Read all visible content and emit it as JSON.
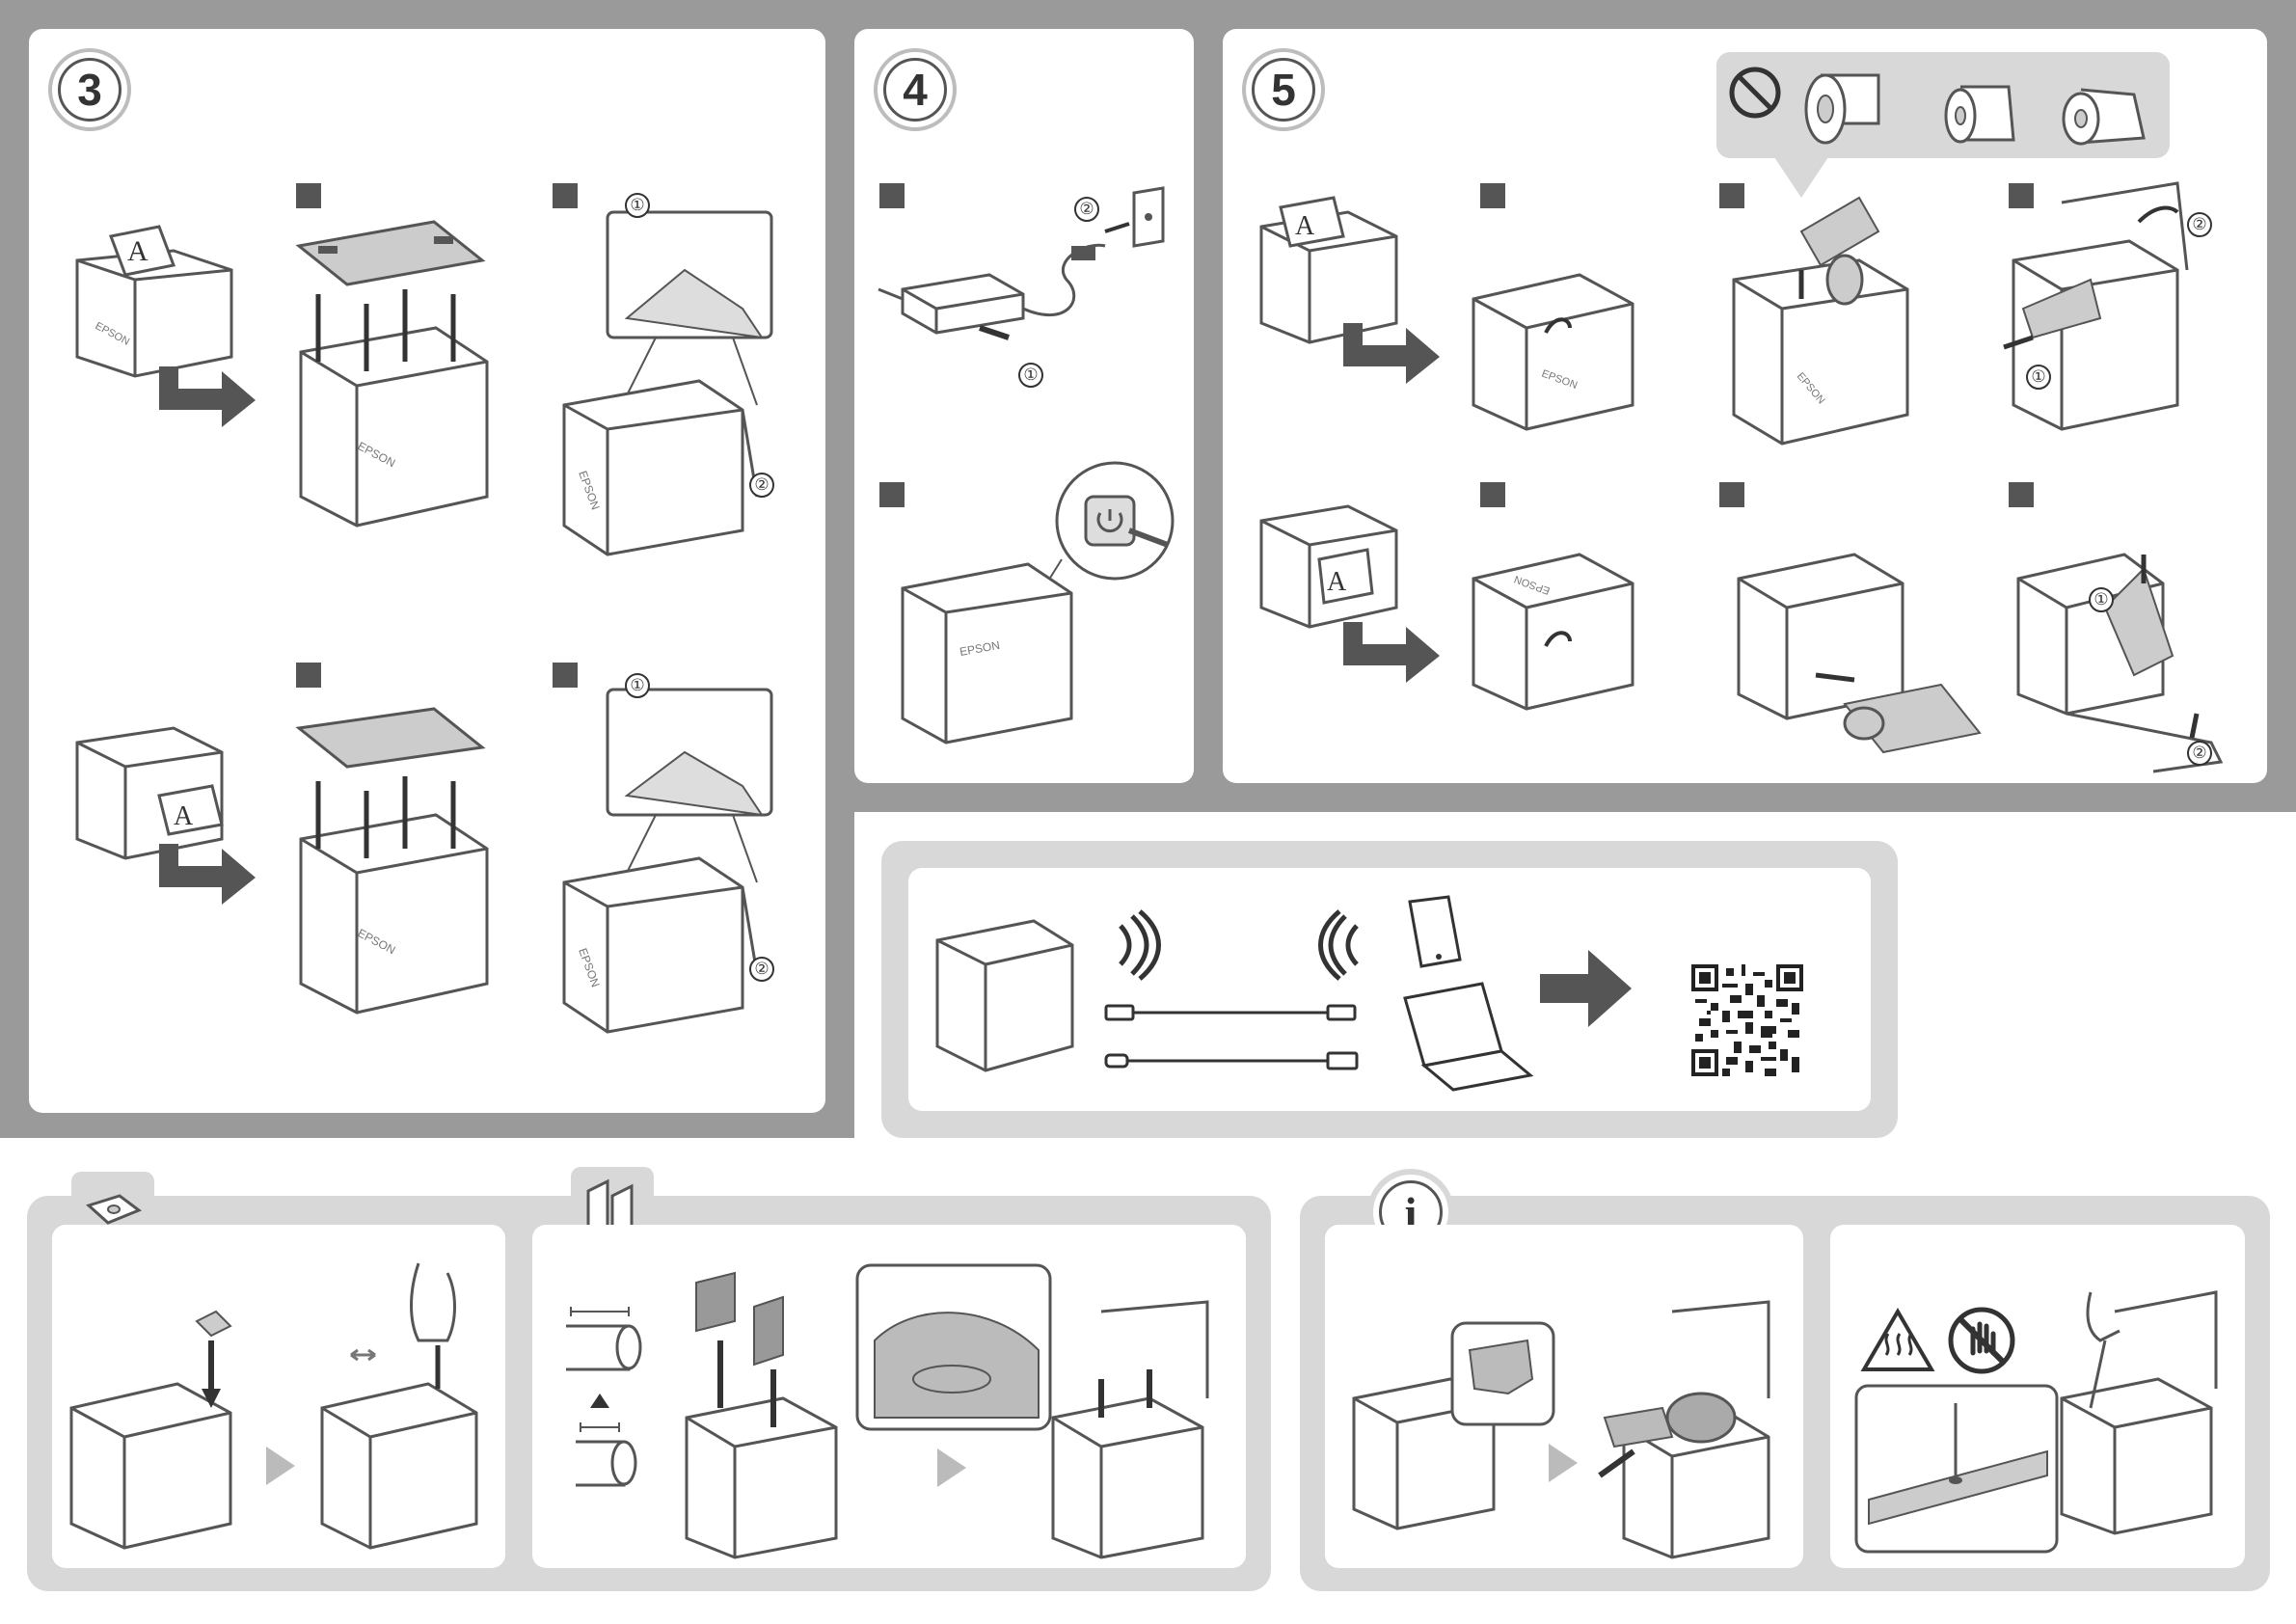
{
  "steps": {
    "s3": "3",
    "s4": "4",
    "s5": "5",
    "info": "i"
  },
  "callouts": {
    "one": "①",
    "two": "②"
  },
  "brand": "EPSON",
  "paper_letter": "A",
  "icons": [
    "prohibited-icon",
    "power-icon",
    "wifi-icon",
    "bluetooth-icon",
    "qr-code-icon",
    "hot-surface-warning-icon",
    "no-touch-icon",
    "info-icon"
  ],
  "colors": {
    "sheet": "#9a9a9a",
    "tray": "#d8d8d8",
    "ink": "#555555"
  }
}
